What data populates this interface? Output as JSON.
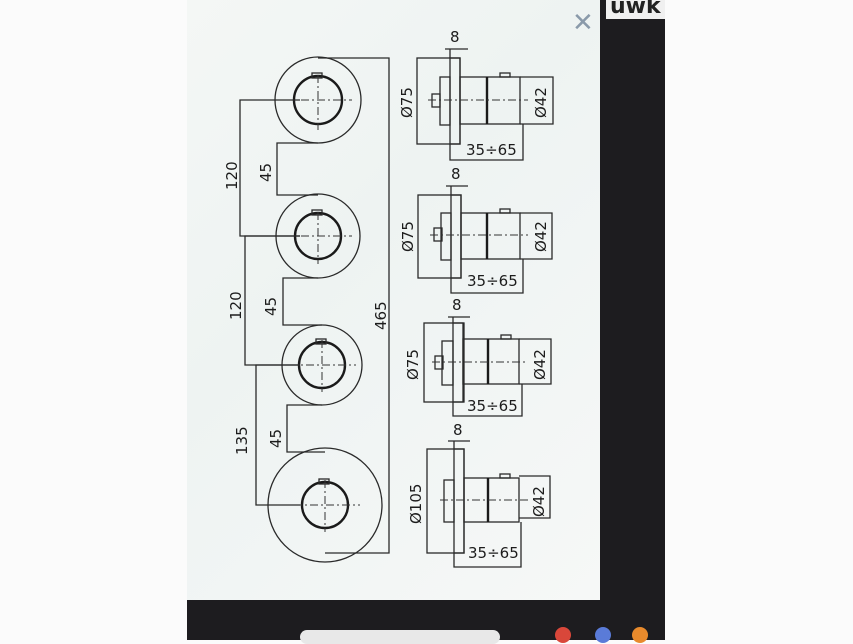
{
  "window": {
    "corner_text": "uwk",
    "close_icon": "close-icon"
  },
  "front_view": {
    "overall_height": "465",
    "spacings": [
      "120",
      "120",
      "135"
    ],
    "gaps": [
      "45",
      "45",
      "45"
    ]
  },
  "side_views": [
    {
      "flange": "8",
      "plate_diameter": "Ø75",
      "body_diameter": "Ø42",
      "depth_range": "35÷65"
    },
    {
      "flange": "8",
      "plate_diameter": "Ø75",
      "body_diameter": "Ø42",
      "depth_range": "35÷65"
    },
    {
      "flange": "8",
      "plate_diameter": "Ø75",
      "body_diameter": "Ø42",
      "depth_range": "35÷65"
    },
    {
      "flange": "8",
      "plate_diameter": "Ø105",
      "body_diameter": "Ø42",
      "depth_range": "35÷65"
    }
  ],
  "colors": {
    "screen": "#f2f6f4",
    "bezel": "#1d1c1f",
    "lines": "#2a2a2a"
  }
}
